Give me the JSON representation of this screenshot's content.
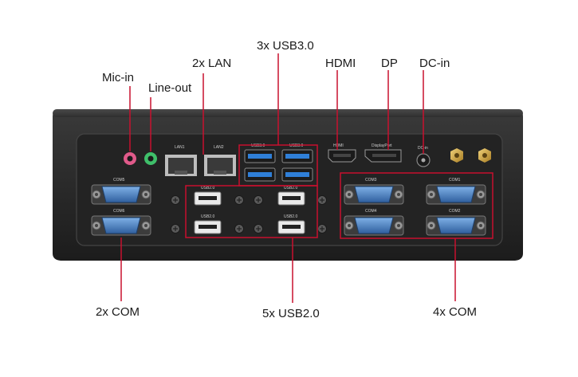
{
  "labels": {
    "mic_in": "Mic-in",
    "line_out": "Line-out",
    "lan": "2x LAN",
    "usb3": "3x USB3.0",
    "hdmi": "HDMI",
    "dp": "DP",
    "dc_in": "DC-in",
    "com_left": "2x COM",
    "usb2": "5x USB2.0",
    "com_right": "4x COM"
  },
  "panel_text": {
    "lan1": "LAN1",
    "lan2": "LAN2",
    "usb30_a": "USB3.0",
    "usb30_b": "USB3.0",
    "hdmi_small": "HDMI",
    "dp_small": "DisplayPort",
    "dc_small": "DC-in",
    "com5": "COM5",
    "com6": "COM6",
    "com1": "COM1",
    "com2": "COM2",
    "com3": "COM3",
    "com4": "COM4",
    "usb20_a": "USB2.0",
    "usb20_b": "USB2.0",
    "usb20_c": "USB2.0",
    "usb20_d": "USB2.0"
  },
  "colors": {
    "callout": "#c8102e",
    "chassis": "#2b2b2b",
    "panel": "#262626",
    "usb3_blue": "#2f7fd8",
    "serial_blue": "#3a6fb0",
    "mic_pink": "#e05a8a",
    "line_green": "#3fbf6a"
  }
}
